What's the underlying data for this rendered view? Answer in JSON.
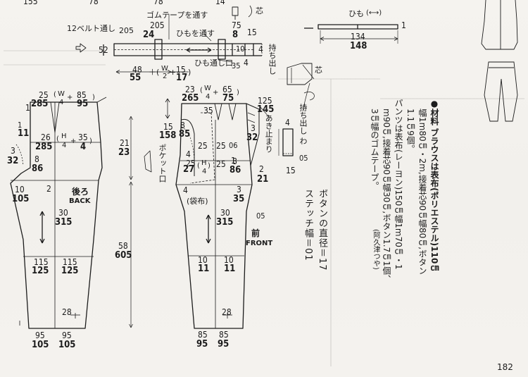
{
  "top": {
    "n155": "155",
    "n78a": "78",
    "n78b": "78",
    "n14": "14",
    "shin": "芯",
    "gomu_label": "ゴムテープを通す",
    "belt_label": "12ベルト通し",
    "n205": "205",
    "n24": "24",
    "himo_label": "ひもを通す",
    "n75": "75",
    "n8": "8",
    "n15": "15",
    "n52": "52",
    "n10": "10",
    "n4": "4",
    "mochidashi": "持ち出し",
    "himo_loop": "ひも通し口",
    "n4b": "4",
    "n35": "35",
    "n48": "48",
    "n55": "55",
    "w2a": "W",
    "w2b": "2",
    "n15b": "15",
    "n17": "17",
    "himo": "ひも",
    "n1": "1",
    "n134": "134",
    "n148": "148"
  },
  "back": {
    "n25": "25",
    "n285": "285",
    "w_num": "W",
    "w_den": "4",
    "n85": "85",
    "n95": "95",
    "n1": "1",
    "n11": "11",
    "n26": "26",
    "n285b": "285",
    "h_num": "H",
    "h_den": "4",
    "n35": "35",
    "n4": "4",
    "n3": "3",
    "n32": "32",
    "n8": "8",
    "n86": "86",
    "n10": "10",
    "n105": "105",
    "n2": "2",
    "label_jp": "後ろ",
    "label_en": "BACK",
    "n30": "30",
    "n315": "315",
    "n115a": "115",
    "n125a": "125",
    "n115b": "115",
    "n125b": "125",
    "n28": "28",
    "n95a": "95",
    "n105a": "105",
    "n95b": "95",
    "n105b": "105",
    "n21": "21",
    "n23": "23",
    "n58": "58",
    "n605": "605"
  },
  "front": {
    "n23": "23",
    "n265": "265",
    "w_num": "W",
    "w_den": "4",
    "n65": "65",
    "n75": "75",
    "n35": "35",
    "n8": "8",
    "n85": "85",
    "n15": "15",
    "n158": "158",
    "pocket": "ポケット口",
    "n25a": "25",
    "n25b": "25",
    "n06": "06",
    "n3": "3",
    "n32": "32",
    "n4": "4",
    "n25c": "25",
    "n27": "27",
    "h_num": "H",
    "h_den": "4",
    "n25d": "25",
    "n1": "1",
    "n8b": "8",
    "n86": "86",
    "n2": "2",
    "n21": "21",
    "n4b": "4",
    "n3b": "3",
    "n35b": "35",
    "fukuro": "(袋布)",
    "n30": "30",
    "n315": "315",
    "n05": "05",
    "label_jp": "前",
    "label_en": "FRONT",
    "n10a": "10",
    "n11a": "11",
    "n10b": "10",
    "n11b": "11",
    "n28": "28",
    "n85a": "85",
    "n95a": "95",
    "n85b": "85",
    "n95b": "95",
    "n125": "125",
    "n145": "145",
    "akidomari": "あき止まり",
    "mochidashi_wa": "持ち出し わ",
    "n4c": "4",
    "n15c": "15",
    "n05b": "05"
  },
  "button_note": {
    "line1": "ボタンの直径＝17",
    "line2": "ステッチ幅＝01"
  },
  "materials": {
    "bullet": "●",
    "col1": "材料 ブラウスは表布(ポリエステル)110㎝",
    "col2": "幅1m80㎝・2m,接着芯90㎝幅80㎝,ボタン",
    "col3": "1.1㎝9個。",
    "col4": "パンツは表布(レーヨン)150㎝幅1m70㎝・1",
    "col5": "m90㎝,接着芯90㎝幅30㎝,ボタン1.7㎝1個、",
    "col6": "3㎝幅のゴムテープ。",
    "credit": "(阿久津つや)"
  },
  "page_number": "182",
  "colors": {
    "paper": "#f4f2ee",
    "ink": "#1c1c1c",
    "guide": "#9a9a9a"
  }
}
